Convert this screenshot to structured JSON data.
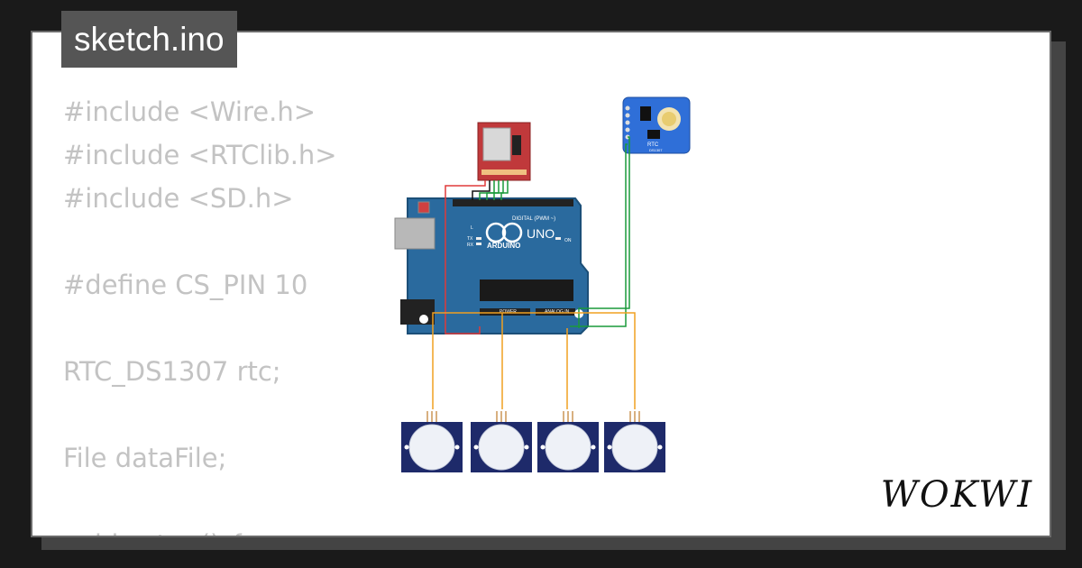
{
  "tab": {
    "filename": "sketch.ino"
  },
  "code_lines": [
    "#include <Wire.h>",
    "#include <RTClib.h>",
    "#include <SD.h>",
    "",
    "#define CS_PIN 10",
    "",
    "RTC_DS1307 rtc;",
    "",
    "File dataFile;",
    "",
    "void setup() {"
  ],
  "brand": {
    "name": "WOKWI"
  },
  "board": {
    "name": "ARDUINO",
    "model": "UNO",
    "digital_label": "DIGITAL (PWM ~)",
    "power_label": "POWER",
    "analog_label": "ANALOG IN",
    "on_label": "ON",
    "tx_label": "TX",
    "rx_label": "RX",
    "l_label": "L"
  },
  "rtc_module": {
    "label": "RTC",
    "chip": "DS1307"
  },
  "pir_sensors": {
    "count": 4
  },
  "colors": {
    "background": "#1a1a1a",
    "board_blue": "#2a6a9e",
    "wire_red": "#e03a3a",
    "wire_green": "#1a9a3a",
    "wire_black": "#111111",
    "wire_orange": "#f0a020",
    "sd_red": "#c0393b",
    "rtc_blue": "#2f6fd8",
    "pir_navy": "#1e2a6a"
  }
}
